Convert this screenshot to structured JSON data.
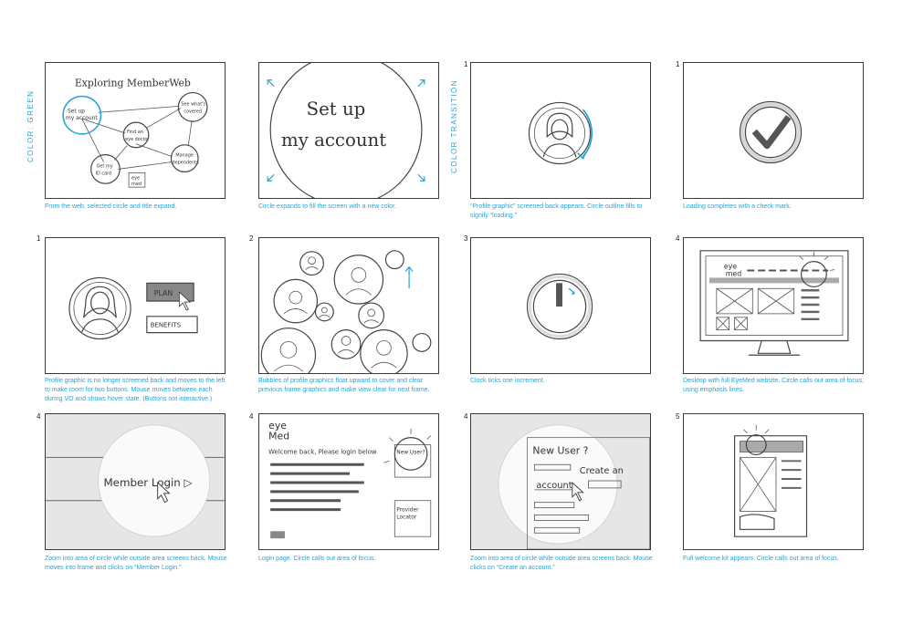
{
  "side_labels": {
    "color_green": "COLOR: GREEN",
    "color_transition": "COLOR TRANSITION"
  },
  "panels": [
    {
      "frame": "",
      "caption": "From the web, selected circle and title expand."
    },
    {
      "frame": "",
      "caption": "Circle expands to fill the screen with a new color."
    },
    {
      "frame": "1",
      "caption": "“Profile graphic” screened back appears. Circle outline fills to signify “loading.”"
    },
    {
      "frame": "1",
      "caption": "Loading completes with a check mark."
    },
    {
      "frame": "1",
      "caption": "Profile graphic is no longer screened back and moves to the left to make room for two buttons. Mouse moves between each during VO and shows hover state. (Buttons not interactive.)"
    },
    {
      "frame": "2",
      "caption": "Bubbles of profile graphics float upward to cover and clear previous frame graphics and make view clear for next frame."
    },
    {
      "frame": "3",
      "caption": "Clock ticks one increment."
    },
    {
      "frame": "4",
      "caption": "Desktop with full EyeMed website. Circle calls out area of focus, using emphasis lines."
    },
    {
      "frame": "4",
      "caption": "Zoom into area of circle while outside area screens back. Mouse moves into frame and clicks on “Member Login.”"
    },
    {
      "frame": "4",
      "caption": "Login page. Circle calls out area of focus."
    },
    {
      "frame": "4",
      "caption": "Zoom into area of circle while outside area screens back. Mouse clicks on “Create an account.”"
    },
    {
      "frame": "5",
      "caption": "Full welcome kit appears. Circle calls out area of focus."
    }
  ],
  "sketch_text": {
    "p1_title": "Exploring MemberWeb",
    "p1_setup_1": "Set up",
    "p1_setup_2": "my account",
    "p1_covered_1": "See what's",
    "p1_covered_2": "covered",
    "p1_find_1": "Find an",
    "p1_find_2": "eye doctor",
    "p1_manage_1": "Manage",
    "p1_manage_2": "dependents",
    "p1_id_1": "Get my",
    "p1_id_2": "ID card",
    "p1_logo_1": "eye",
    "p1_logo_2": "med",
    "p2_line1": "Set up",
    "p2_line2": "my account",
    "p5_plan": "PLAN",
    "p5_benefits": "BENEFITS",
    "p8_logo_1": "eye",
    "p8_logo_2": "med",
    "p9_text": "Member Login ▷",
    "p10_logo_1": "eye",
    "p10_logo_2": "Med",
    "p10_welcome": "Welcome back, Please login below",
    "p10_new_user": "New User?",
    "p10_provider_1": "Provider",
    "p10_provider_2": "Locator",
    "p11_new_user": "New User ?",
    "p11_create": "Create an",
    "p11_account": "account"
  }
}
